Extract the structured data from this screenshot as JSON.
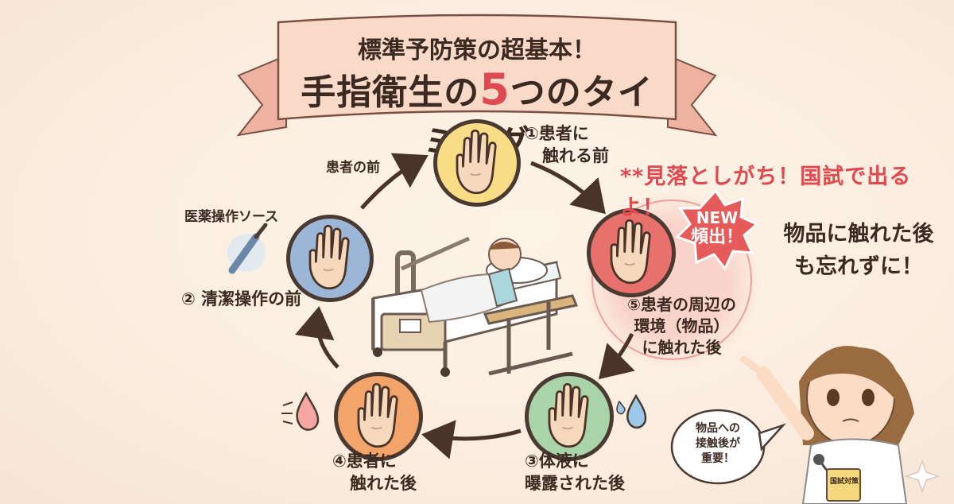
{
  "banner": {
    "line1": "標準予防策の超基本！",
    "line2_pre": "手指衛生の",
    "line2_num": "5",
    "line2_post": "つのタイミング"
  },
  "steps": {
    "s1": {
      "num": "①",
      "line1": "患者に",
      "line2": "触れる前"
    },
    "s2": {
      "text": "② 清潔操作の前"
    },
    "s3": {
      "num": "③",
      "line1": "体液に",
      "line2": "曝露された後"
    },
    "s4": {
      "num": "④",
      "line1": "患者に",
      "line2": "触れた後"
    },
    "s5": {
      "num": "⑤",
      "line1": "患者の周辺の",
      "line2": "環境（物品）",
      "line3": "に触れた後"
    }
  },
  "labels": {
    "patient_front": "患者の前",
    "medical_source": "医薬操作ソース"
  },
  "callouts": {
    "red_note": "**見落としがち！国試で出るよ！",
    "new_badge_top": "NEW",
    "new_badge_bottom": "頻出！",
    "side_note_1": "物品に触れた後",
    "side_note_2": "も忘れずに！",
    "speech_1": "物品への",
    "speech_2": "接触後が",
    "speech_3": "重要！",
    "notebook": "国試対策"
  },
  "colors": {
    "circle1": "#f8dd86",
    "circle2": "#9cb6d8",
    "circle3": "#a9d3a9",
    "circle4": "#f2a46a",
    "circle5": "#e8706d",
    "accent_red": "#e0494f",
    "arrow": "#4a3328"
  }
}
